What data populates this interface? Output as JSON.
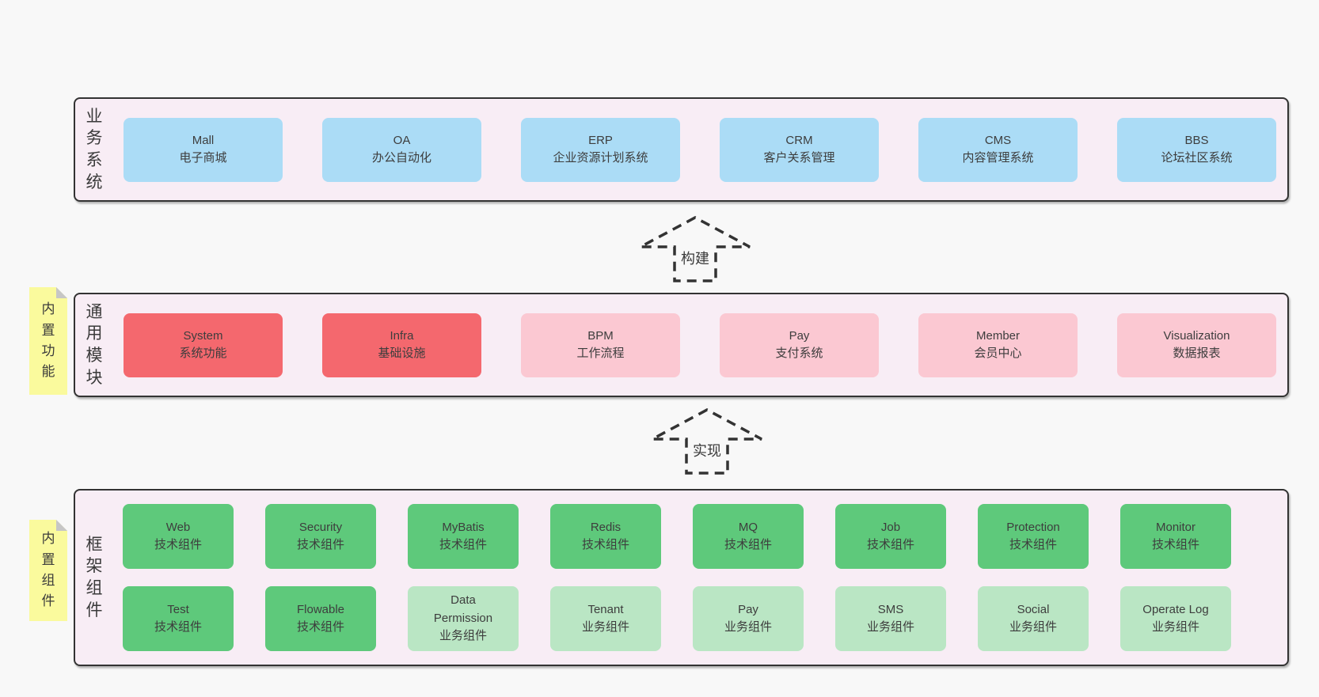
{
  "colors": {
    "page_bg": "#f8f8f8",
    "band_bg": "#f8edf5",
    "band_border": "#333333",
    "business_box": "#abdcf6",
    "module_strong_box": "#f4686e",
    "module_light_box": "#fbc8d2",
    "tech_box": "#5ec97b",
    "biz_box": "#bae6c4",
    "note_bg": "#fafa9d",
    "note_fold": "#c6c6c6",
    "text": "#3d3d3d"
  },
  "arrows": [
    {
      "label": "构建"
    },
    {
      "label": "实现"
    }
  ],
  "bands": [
    {
      "label": "业务系统",
      "boxes": [
        {
          "name": "Mall",
          "desc": "电子商城"
        },
        {
          "name": "OA",
          "desc": "办公自动化"
        },
        {
          "name": "ERP",
          "desc": "企业资源计划系统"
        },
        {
          "name": "CRM",
          "desc": "客户关系管理"
        },
        {
          "name": "CMS",
          "desc": "内容管理系统"
        },
        {
          "name": "BBS",
          "desc": "论坛社区系统"
        }
      ]
    },
    {
      "label": "通用模块",
      "note": "内置功能",
      "boxes": [
        {
          "name": "System",
          "desc": "系统功能"
        },
        {
          "name": "Infra",
          "desc": "基础设施"
        },
        {
          "name": "BPM",
          "desc": "工作流程"
        },
        {
          "name": "Pay",
          "desc": "支付系统"
        },
        {
          "name": "Member",
          "desc": "会员中心"
        },
        {
          "name": "Visualization",
          "desc": "数据报表"
        }
      ]
    },
    {
      "label": "框架组件",
      "note": "内置组件",
      "rows": [
        [
          {
            "name": "Web",
            "desc": "技术组件"
          },
          {
            "name": "Security",
            "desc": "技术组件"
          },
          {
            "name": "MyBatis",
            "desc": "技术组件"
          },
          {
            "name": "Redis",
            "desc": "技术组件"
          },
          {
            "name": "MQ",
            "desc": "技术组件"
          },
          {
            "name": "Job",
            "desc": "技术组件"
          },
          {
            "name": "Protection",
            "desc": "技术组件"
          },
          {
            "name": "Monitor",
            "desc": "技术组件"
          }
        ],
        [
          {
            "name": "Test",
            "desc": "技术组件"
          },
          {
            "name": "Flowable",
            "desc": "技术组件"
          },
          {
            "name": "Data Permission",
            "desc": "业务组件"
          },
          {
            "name": "Tenant",
            "desc": "业务组件"
          },
          {
            "name": "Pay",
            "desc": "业务组件"
          },
          {
            "name": "SMS",
            "desc": "业务组件"
          },
          {
            "name": "Social",
            "desc": "业务组件"
          },
          {
            "name": "Operate Log",
            "desc": "业务组件"
          }
        ]
      ]
    }
  ]
}
